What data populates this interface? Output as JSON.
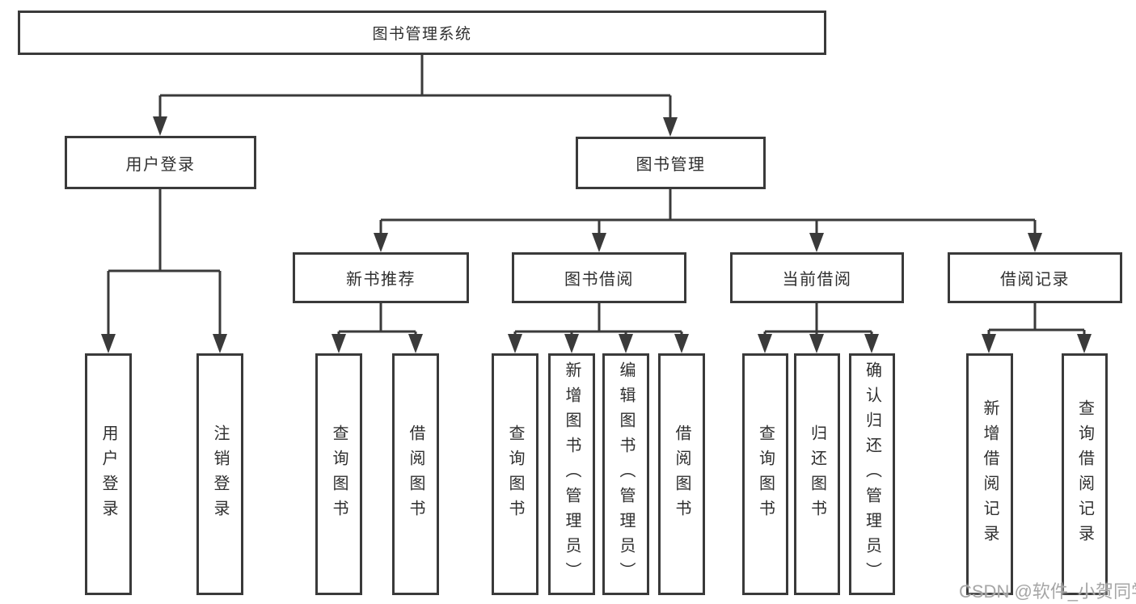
{
  "tree": {
    "label": "图书管理系统",
    "children": [
      {
        "label": "用户登录",
        "children": [
          {
            "label": "用户登录"
          },
          {
            "label": "注销登录"
          }
        ]
      },
      {
        "label": "图书管理",
        "children": [
          {
            "label": "新书推荐",
            "children": [
              {
                "label": "查询图书"
              },
              {
                "label": "借阅图书"
              }
            ]
          },
          {
            "label": "图书借阅",
            "children": [
              {
                "label": "查询图书"
              },
              {
                "label": "新增图书（管理员）"
              },
              {
                "label": "编辑图书（管理员）"
              },
              {
                "label": "借阅图书"
              }
            ]
          },
          {
            "label": "当前借阅",
            "children": [
              {
                "label": "查询图书"
              },
              {
                "label": "归还图书"
              },
              {
                "label": "确认归还（管理员）"
              }
            ]
          },
          {
            "label": "借阅记录",
            "children": [
              {
                "label": "新增借阅记录"
              },
              {
                "label": "查询借阅记录"
              }
            ]
          }
        ]
      }
    ]
  },
  "watermark": "CSDN @软件_小贺同学",
  "colors": {
    "line": "#3a3a3a",
    "text": "#2f2f2f",
    "watermark": "#a6a6a6",
    "background": "#ffffff"
  }
}
